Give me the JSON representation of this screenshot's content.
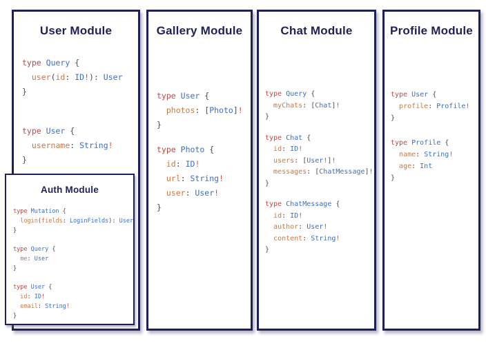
{
  "colors": {
    "navy": "#1e2157",
    "keyword": "#b94a48",
    "type": "#3a6fc4",
    "field": "#c97945",
    "punct": "#4b4d55",
    "bang": "#d24a43",
    "shadow": "rgba(94,94,130,0.45)"
  },
  "panels": [
    {
      "id": "user-module",
      "title": "User Module",
      "blocks": [
        [
          [
            [
              "k",
              "type"
            ],
            [
              "p",
              " "
            ],
            [
              "t",
              "Query"
            ],
            [
              "p",
              " {"
            ]
          ],
          [
            [
              "p",
              "  "
            ],
            [
              "f",
              "user"
            ],
            [
              "p",
              "("
            ],
            [
              "f",
              "id"
            ],
            [
              "p",
              ": "
            ],
            [
              "t",
              "ID"
            ],
            [
              "b",
              "!"
            ],
            [
              "p",
              "): "
            ],
            [
              "t",
              "User"
            ]
          ],
          [
            [
              "p",
              "}"
            ]
          ]
        ],
        [
          [
            [
              "k",
              "type"
            ],
            [
              "p",
              " "
            ],
            [
              "t",
              "User"
            ],
            [
              "p",
              " {"
            ]
          ],
          [
            [
              "p",
              "  "
            ],
            [
              "f",
              "username"
            ],
            [
              "p",
              ": "
            ],
            [
              "t",
              "String"
            ],
            [
              "b",
              "!"
            ]
          ],
          [
            [
              "p",
              "}"
            ]
          ]
        ]
      ]
    },
    {
      "id": "gallery-module",
      "title": "Gallery Module",
      "blocks": [
        [
          [
            [
              "k",
              "type"
            ],
            [
              "p",
              " "
            ],
            [
              "t",
              "User"
            ],
            [
              "p",
              " {"
            ]
          ],
          [
            [
              "p",
              "  "
            ],
            [
              "f",
              "photos"
            ],
            [
              "p",
              ": ["
            ],
            [
              "t",
              "Photo"
            ],
            [
              "p",
              "]"
            ],
            [
              "b",
              "!"
            ]
          ],
          [
            [
              "p",
              "}"
            ]
          ]
        ],
        [
          [
            [
              "k",
              "type"
            ],
            [
              "p",
              " "
            ],
            [
              "t",
              "Photo"
            ],
            [
              "p",
              " {"
            ]
          ],
          [
            [
              "p",
              "  "
            ],
            [
              "f",
              "id"
            ],
            [
              "p",
              ": "
            ],
            [
              "t",
              "ID"
            ],
            [
              "b",
              "!"
            ]
          ],
          [
            [
              "p",
              "  "
            ],
            [
              "f",
              "url"
            ],
            [
              "p",
              ": "
            ],
            [
              "t",
              "String"
            ],
            [
              "b",
              "!"
            ]
          ],
          [
            [
              "p",
              "  "
            ],
            [
              "f",
              "user"
            ],
            [
              "p",
              ": "
            ],
            [
              "t",
              "User"
            ],
            [
              "b",
              "!"
            ]
          ],
          [
            [
              "p",
              "}"
            ]
          ]
        ]
      ]
    },
    {
      "id": "chat-module",
      "title": "Chat Module",
      "blocks": [
        [
          [
            [
              "k",
              "type"
            ],
            [
              "p",
              " "
            ],
            [
              "t",
              "Query"
            ],
            [
              "p",
              " {"
            ]
          ],
          [
            [
              "p",
              "  "
            ],
            [
              "f",
              "myChats"
            ],
            [
              "p",
              ": ["
            ],
            [
              "t",
              "Chat"
            ],
            [
              "p",
              "]"
            ],
            [
              "b",
              "!"
            ]
          ],
          [
            [
              "p",
              "}"
            ]
          ]
        ],
        [
          [
            [
              "k",
              "type"
            ],
            [
              "p",
              " "
            ],
            [
              "t",
              "Chat"
            ],
            [
              "p",
              " {"
            ]
          ],
          [
            [
              "p",
              "  "
            ],
            [
              "f",
              "id"
            ],
            [
              "p",
              ": "
            ],
            [
              "t",
              "ID"
            ],
            [
              "b",
              "!"
            ]
          ],
          [
            [
              "p",
              "  "
            ],
            [
              "f",
              "users"
            ],
            [
              "p",
              ": ["
            ],
            [
              "t",
              "User"
            ],
            [
              "b",
              "!"
            ],
            [
              "p",
              "]"
            ],
            [
              "b",
              "!"
            ]
          ],
          [
            [
              "p",
              "  "
            ],
            [
              "f",
              "messages"
            ],
            [
              "p",
              ": ["
            ],
            [
              "t",
              "ChatMessage"
            ],
            [
              "p",
              "]"
            ],
            [
              "b",
              "!"
            ]
          ],
          [
            [
              "p",
              "}"
            ]
          ]
        ],
        [
          [
            [
              "k",
              "type"
            ],
            [
              "p",
              " "
            ],
            [
              "t",
              "ChatMessage"
            ],
            [
              "p",
              " {"
            ]
          ],
          [
            [
              "p",
              "  "
            ],
            [
              "f",
              "id"
            ],
            [
              "p",
              ": "
            ],
            [
              "t",
              "ID"
            ],
            [
              "b",
              "!"
            ]
          ],
          [
            [
              "p",
              "  "
            ],
            [
              "f",
              "author"
            ],
            [
              "p",
              ": "
            ],
            [
              "t",
              "User"
            ],
            [
              "b",
              "!"
            ]
          ],
          [
            [
              "p",
              "  "
            ],
            [
              "f",
              "content"
            ],
            [
              "p",
              ": "
            ],
            [
              "t",
              "String"
            ],
            [
              "b",
              "!"
            ]
          ],
          [
            [
              "p",
              "}"
            ]
          ]
        ]
      ]
    },
    {
      "id": "profile-module",
      "title": "Profile Module",
      "blocks": [
        [
          [
            [
              "k",
              "type"
            ],
            [
              "p",
              " "
            ],
            [
              "t",
              "User"
            ],
            [
              "p",
              " {"
            ]
          ],
          [
            [
              "p",
              "  "
            ],
            [
              "f",
              "profile"
            ],
            [
              "p",
              ": "
            ],
            [
              "t",
              "Profile"
            ],
            [
              "b",
              "!"
            ]
          ],
          [
            [
              "p",
              "}"
            ]
          ]
        ],
        [
          [
            [
              "k",
              "type"
            ],
            [
              "p",
              " "
            ],
            [
              "t",
              "Profile"
            ],
            [
              "p",
              " {"
            ]
          ],
          [
            [
              "p",
              "  "
            ],
            [
              "f",
              "name"
            ],
            [
              "p",
              ": "
            ],
            [
              "t",
              "String"
            ],
            [
              "b",
              "!"
            ]
          ],
          [
            [
              "p",
              "  "
            ],
            [
              "f",
              "age"
            ],
            [
              "p",
              ": "
            ],
            [
              "t",
              "Int"
            ]
          ],
          [
            [
              "p",
              "}"
            ]
          ]
        ]
      ]
    },
    {
      "id": "auth-module",
      "title": "Auth Module",
      "blocks": [
        [
          [
            [
              "k",
              "type"
            ],
            [
              "p",
              " "
            ],
            [
              "t",
              "Mutation"
            ],
            [
              "p",
              " {"
            ]
          ],
          [
            [
              "p",
              "  "
            ],
            [
              "f",
              "login"
            ],
            [
              "p",
              "("
            ],
            [
              "f",
              "fields"
            ],
            [
              "p",
              ": "
            ],
            [
              "t",
              "LoginFields"
            ],
            [
              "p",
              "): "
            ],
            [
              "t",
              "User"
            ]
          ],
          [
            [
              "p",
              "}"
            ]
          ]
        ],
        [
          [
            [
              "k",
              "type"
            ],
            [
              "p",
              " "
            ],
            [
              "t",
              "Query"
            ],
            [
              "p",
              " {"
            ]
          ],
          [
            [
              "p",
              "  "
            ],
            [
              "f",
              "me"
            ],
            [
              "p",
              ": "
            ],
            [
              "t",
              "User"
            ]
          ],
          [
            [
              "p",
              "}"
            ]
          ]
        ],
        [
          [
            [
              "k",
              "type"
            ],
            [
              "p",
              " "
            ],
            [
              "t",
              "User"
            ],
            [
              "p",
              " {"
            ]
          ],
          [
            [
              "p",
              "  "
            ],
            [
              "f",
              "id"
            ],
            [
              "p",
              ": "
            ],
            [
              "t",
              "ID"
            ],
            [
              "b",
              "!"
            ]
          ],
          [
            [
              "p",
              "  "
            ],
            [
              "f",
              "email"
            ],
            [
              "p",
              ": "
            ],
            [
              "t",
              "String"
            ],
            [
              "b",
              "!"
            ]
          ],
          [
            [
              "p",
              "}"
            ]
          ]
        ]
      ]
    }
  ]
}
